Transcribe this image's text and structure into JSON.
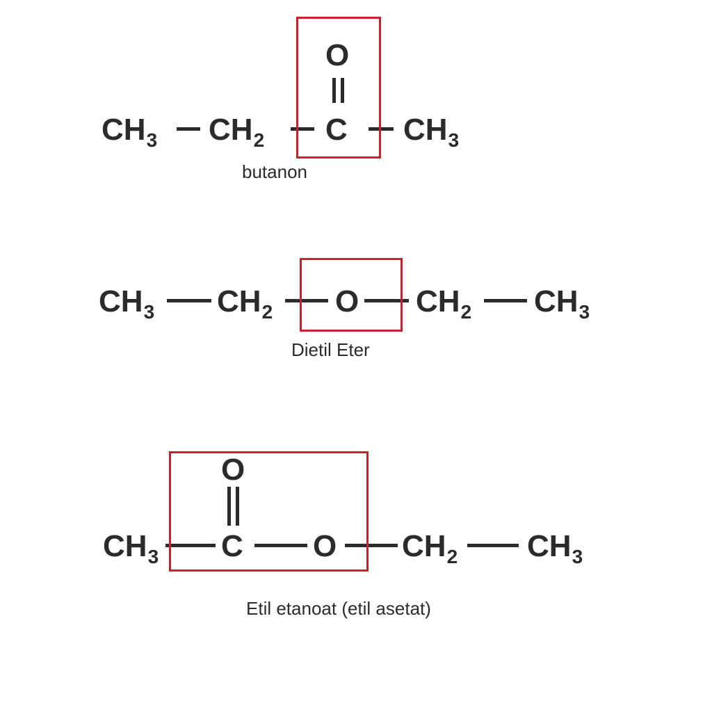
{
  "molecules": [
    {
      "caption": "butanon",
      "atoms": {
        "ch3_left": "CH",
        "ch2": "CH",
        "c": "C",
        "o": "O",
        "ch3_right": "CH"
      },
      "subscripts": {
        "ch3_left": "3",
        "ch2": "2",
        "ch3_right": "3"
      },
      "highlight_color": "#c8202c"
    },
    {
      "caption": "Dietil Eter",
      "atoms": {
        "ch3_left": "CH",
        "ch2_left": "CH",
        "o": "O",
        "ch2_right": "CH",
        "ch3_right": "CH"
      },
      "subscripts": {
        "ch3_left": "3",
        "ch2_left": "2",
        "ch2_right": "2",
        "ch3_right": "3"
      },
      "highlight_color": "#c8202c"
    },
    {
      "caption": "Etil etanoat (etil asetat)",
      "atoms": {
        "ch3_left": "CH",
        "c": "C",
        "o_carbonyl": "O",
        "o_ester": "O",
        "ch2": "CH",
        "ch3_right": "CH"
      },
      "subscripts": {
        "ch3_left": "3",
        "ch2": "2",
        "ch3_right": "3"
      },
      "highlight_color": "#c8202c"
    }
  ]
}
